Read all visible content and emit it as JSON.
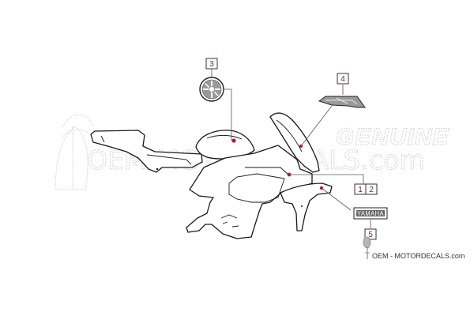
{
  "watermark": {
    "genuine": "GENUINE",
    "site": "OEM-MOTORDECALS.com"
  },
  "callouts": [
    {
      "id": "3",
      "label": "3"
    },
    {
      "id": "4",
      "label": "4"
    },
    {
      "id": "1",
      "label": "1"
    },
    {
      "id": "2",
      "label": "2"
    },
    {
      "id": "5",
      "label": "5"
    }
  ],
  "decal_text": "YAMAHA",
  "footer": "OEM - MOTORDECALS.com",
  "colors": {
    "accent": "#c0143c",
    "callout_number": "#8b1a1a",
    "watermark": "#c9c9c9"
  }
}
